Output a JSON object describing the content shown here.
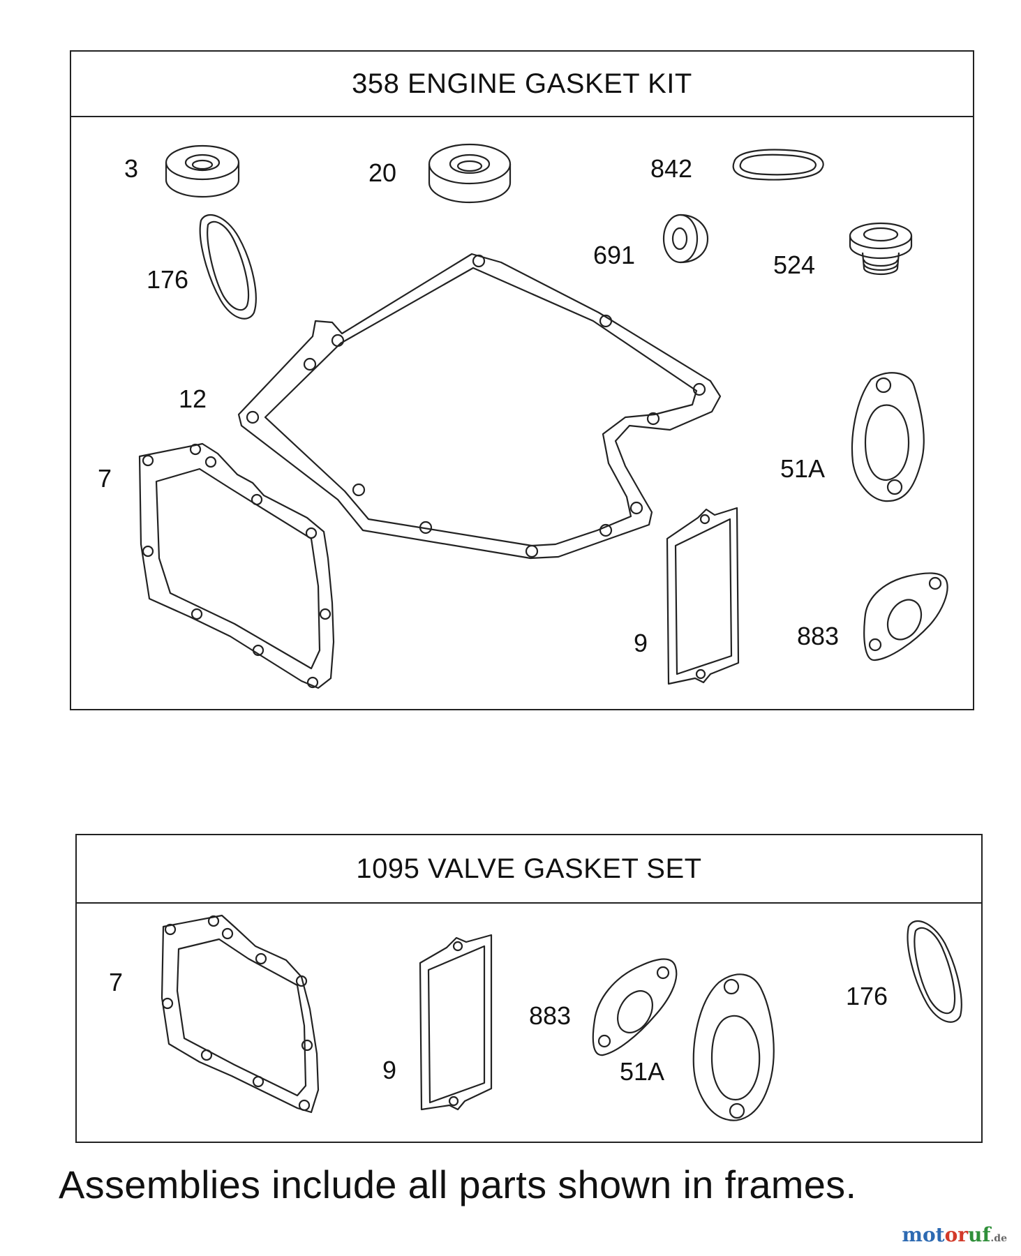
{
  "engine_gasket_kit": {
    "title": "358 ENGINE GASKET KIT",
    "labels": {
      "p3": "3",
      "p20": "20",
      "p842": "842",
      "p176": "176",
      "p691": "691",
      "p524": "524",
      "p12": "12",
      "p7": "7",
      "p51a": "51A",
      "p9": "9",
      "p883": "883"
    }
  },
  "valve_gasket_set": {
    "title": "1095 VALVE GASKET SET",
    "labels": {
      "p7": "7",
      "p9": "9",
      "p883": "883",
      "p51a": "51A",
      "p176": "176"
    }
  },
  "footer": {
    "note": "Assemblies include all parts shown in frames."
  },
  "watermark": {
    "part1": "mot",
    "part2": "or",
    "part3": "uf",
    "part4": ".de"
  }
}
